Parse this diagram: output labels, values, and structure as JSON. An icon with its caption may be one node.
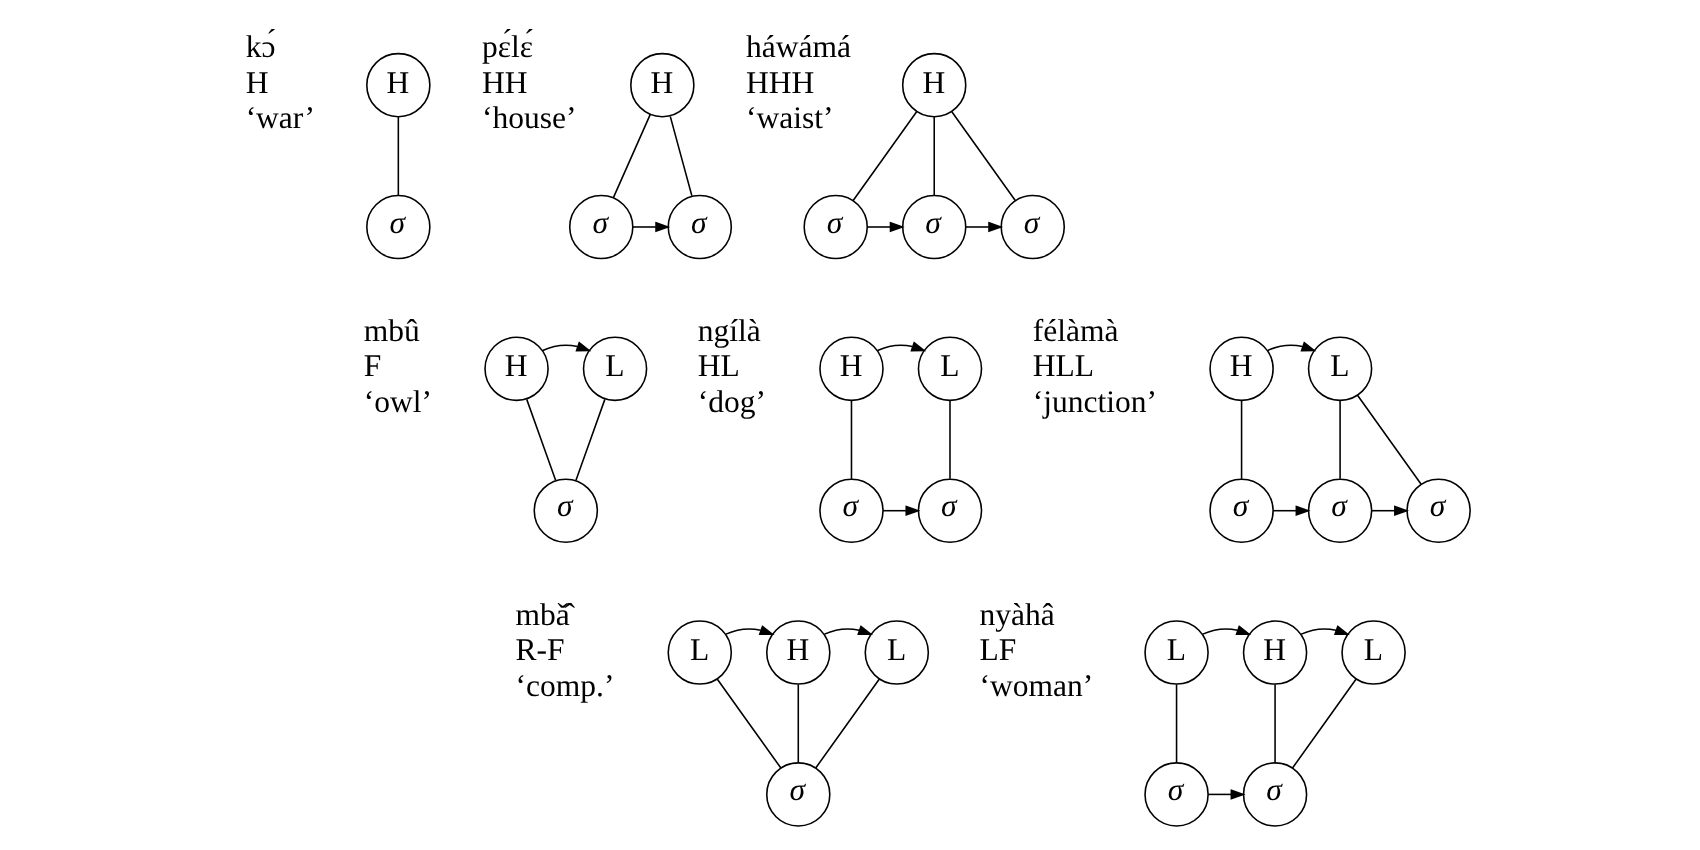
{
  "diagram": {
    "nodes": [
      {
        "text": [
          "H"
        ]
      },
      {
        "text": [
          "σ"
        ]
      },
      {
        "text": [
          "H"
        ]
      },
      {
        "text": [
          "σ"
        ]
      },
      {
        "text": [
          "σ"
        ]
      },
      {
        "text": [
          "H"
        ]
      },
      {
        "text": [
          "σ"
        ]
      },
      {
        "text": [
          "σ"
        ]
      },
      {
        "text": [
          "σ"
        ]
      },
      {
        "text": [
          "H"
        ]
      },
      {
        "text": [
          "L"
        ]
      },
      {
        "text": [
          "σ"
        ]
      },
      {
        "text": [
          "H"
        ]
      },
      {
        "text": [
          "L"
        ]
      },
      {
        "text": [
          "σ"
        ]
      },
      {
        "text": [
          "σ"
        ]
      },
      {
        "text": [
          "H"
        ]
      },
      {
        "text": [
          "L"
        ]
      },
      {
        "text": [
          "σ"
        ]
      },
      {
        "text": [
          "σ"
        ]
      },
      {
        "text": [
          "σ"
        ]
      },
      {
        "text": [
          "L"
        ]
      },
      {
        "text": [
          "H"
        ]
      },
      {
        "text": [
          "L"
        ]
      },
      {
        "text": [
          "σ"
        ]
      },
      {
        "text": [
          "L"
        ]
      },
      {
        "text": [
          "H"
        ]
      },
      {
        "text": [
          "L"
        ]
      },
      {
        "text": [
          "σ"
        ]
      },
      {
        "text": [
          "σ"
        ]
      }
    ],
    "edges": [
      {
        "from": 0,
        "to": 1,
        "arrow": "none"
      },
      {
        "from": 2,
        "to": 3,
        "arrow": "none"
      },
      {
        "from": 2,
        "to": 4,
        "arrow": "none"
      },
      {
        "from": 3,
        "to": 4,
        "arrow": "to"
      },
      {
        "from": 5,
        "to": 6,
        "arrow": "none"
      },
      {
        "from": 5,
        "to": 7,
        "arrow": "none"
      },
      {
        "from": 5,
        "to": 8,
        "arrow": "none"
      },
      {
        "from": 6,
        "to": 7,
        "arrow": "to"
      },
      {
        "from": 7,
        "to": 8,
        "arrow": "to"
      },
      {
        "from": 9,
        "to": 10,
        "arrow": "to"
      },
      {
        "from": 9,
        "to": 11,
        "arrow": "none"
      },
      {
        "from": 10,
        "to": 11,
        "arrow": "none"
      },
      {
        "from": 12,
        "to": 13,
        "arrow": "to"
      },
      {
        "from": 12,
        "to": 14,
        "arrow": "none"
      },
      {
        "from": 13,
        "to": 15,
        "arrow": "none"
      },
      {
        "from": 14,
        "to": 15,
        "arrow": "to"
      },
      {
        "from": 16,
        "to": 17,
        "arrow": "to"
      },
      {
        "from": 16,
        "to": 18,
        "arrow": "none"
      },
      {
        "from": 17,
        "to": 19,
        "arrow": "none"
      },
      {
        "from": 17,
        "to": 20,
        "arrow": "none"
      },
      {
        "from": 18,
        "to": 19,
        "arrow": "to"
      },
      {
        "from": 19,
        "to": 20,
        "arrow": "to"
      },
      {
        "from": 21,
        "to": 22,
        "arrow": "to"
      },
      {
        "from": 22,
        "to": 23,
        "arrow": "to"
      },
      {
        "from": 21,
        "to": 24,
        "arrow": "none"
      },
      {
        "from": 22,
        "to": 24,
        "arrow": "none"
      },
      {
        "from": 23,
        "to": 24,
        "arrow": "none"
      },
      {
        "from": 25,
        "to": 26,
        "arrow": "to"
      },
      {
        "from": 26,
        "to": 27,
        "arrow": "to"
      },
      {
        "from": 25,
        "to": 28,
        "arrow": "none"
      },
      {
        "from": 26,
        "to": 29,
        "arrow": "none"
      },
      {
        "from": 27,
        "to": 29,
        "arrow": "none"
      },
      {
        "from": 28,
        "to": 29,
        "arrow": "to"
      }
    ],
    "labels": [
      "kɔ́",
      "H",
      "‘war’",
      "pɛ́lɛ́",
      "HH",
      "‘house’",
      "háwámá",
      "HHH",
      "‘waist’",
      "mbû",
      "F",
      "‘owl’",
      "ngílà",
      "HL",
      "‘dog’",
      "félàmà",
      "HLL",
      "‘junction’",
      "mbǎ̂",
      "R-F",
      "‘comp.’",
      "nyàhâ",
      "LF",
      "‘woman’"
    ]
  }
}
